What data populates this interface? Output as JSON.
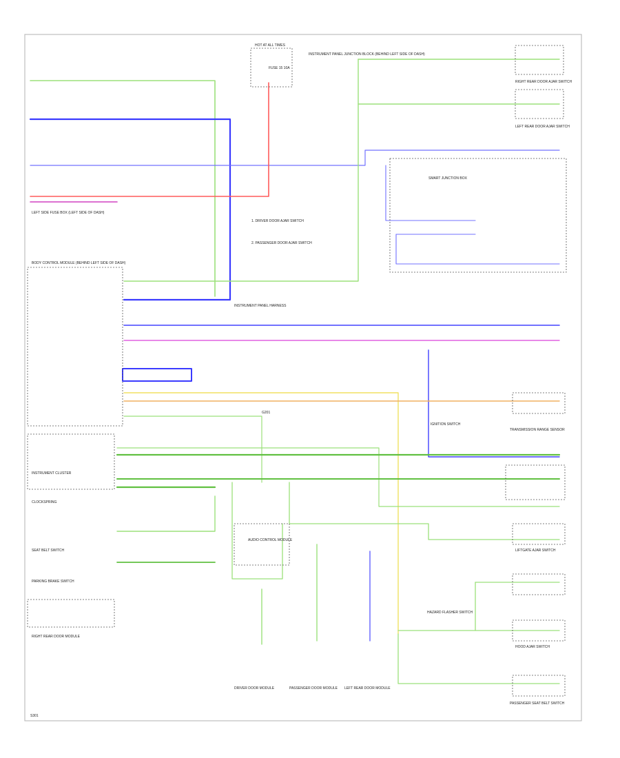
{
  "labels": {
    "fuse_top": "HOT AT ALL TIMES",
    "fuse_name": "FUSE 15 10A",
    "ipjb_top": "INSTRUMENT PANEL JUNCTION BLOCK (BEHIND LEFT SIDE OF DASH)",
    "rr_door_switch": "RIGHT REAR DOOR AJAR SWITCH",
    "lr_door_switch": "LEFT REAR DOOR AJAR SWITCH",
    "left_junction": "LEFT SIDE FUSE BOX (LEFT SIDE OF DASH)",
    "body_ctrl": "BODY CONTROL MODULE (BEHIND LEFT SIDE OF DASH)",
    "ipc_harness": "INSTRUMENT PANEL HARNESS",
    "smart_junction": "SMART JUNCTION BOX",
    "center_note1": "1. DRIVER DOOR AJAR SWITCH",
    "center_note2": "2. PASSENGER DOOR AJAR SWITCH",
    "ignition_switch": "IGNITION SWITCH",
    "cluster": "INSTRUMENT CLUSTER",
    "clock_spring": "CLOCKSPRING",
    "audio_module": "AUDIO CONTROL MODULE",
    "liftgate": "LIFTGATE AJAR SWITCH",
    "hazard_switch": "HAZARD FLASHER SWITCH",
    "hood_switch": "HOOD AJAR SWITCH",
    "drivers_door": "DRIVER DOOR MODULE",
    "passenger_door": "PASSENGER DOOR MODULE",
    "left_rear_door": "LEFT REAR DOOR MODULE",
    "right_rear_door": "RIGHT REAR DOOR MODULE",
    "ground": "G201",
    "seatbelt": "SEAT BELT SWITCH",
    "park_brake": "PARKING BRAKE SWITCH",
    "trans_range": "TRANSMISSION RANGE SENSOR",
    "pass_seatbelt": "PASSENGER SEAT BELT SWITCH",
    "bottom_left": "S301"
  }
}
